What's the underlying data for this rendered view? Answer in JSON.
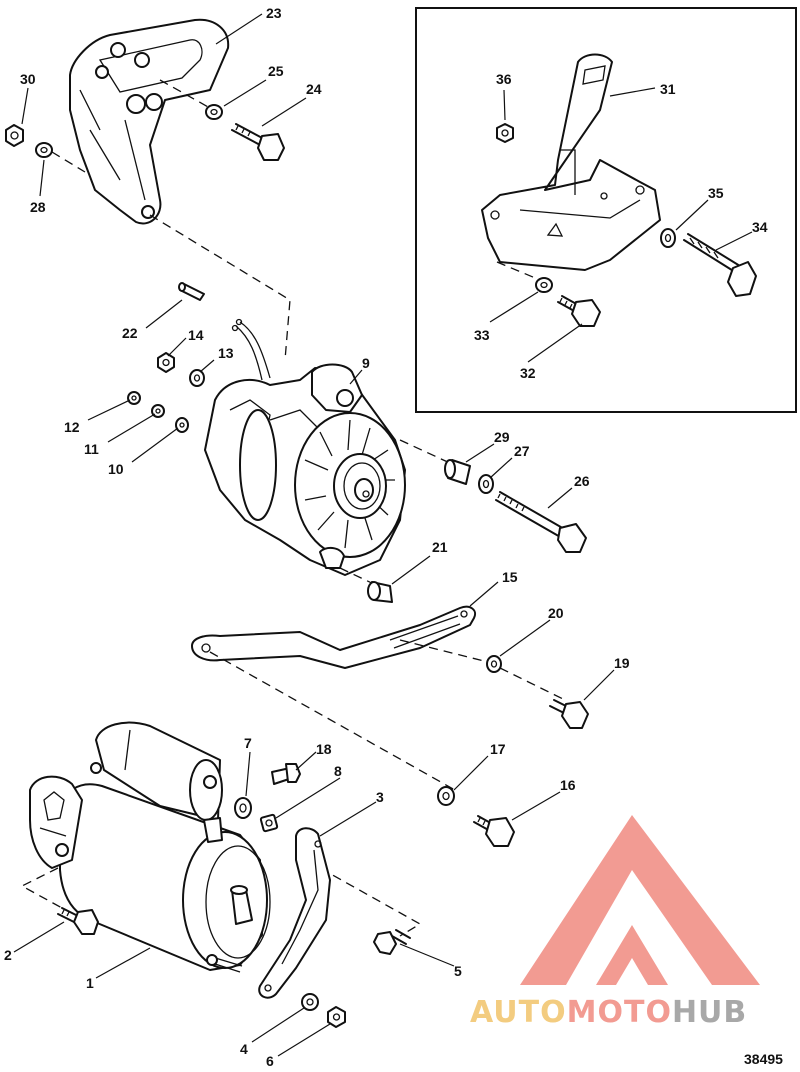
{
  "figure_number": "38495",
  "callouts": {
    "c1": "1",
    "c2": "2",
    "c3": "3",
    "c4": "4",
    "c5": "5",
    "c6": "6",
    "c7": "7",
    "c8": "8",
    "c9": "9",
    "c10": "10",
    "c11": "11",
    "c12": "12",
    "c13": "13",
    "c14": "14",
    "c15": "15",
    "c16": "16",
    "c17": "17",
    "c18": "18",
    "c19": "19",
    "c20": "20",
    "c21": "21",
    "c22": "22",
    "c23": "23",
    "c24": "24",
    "c25": "25",
    "c26": "26",
    "c27": "27",
    "c28": "28",
    "c29": "29",
    "c30": "30",
    "c31": "31",
    "c32": "32",
    "c33": "33",
    "c34": "34",
    "c35": "35",
    "c36": "36"
  },
  "watermark": {
    "part1": "AUTO",
    "part2": "MOTO",
    "part3": "HUB",
    "color_yellow": "#f2c46a",
    "color_red": "#f08a80",
    "color_gray": "#9a9a9a"
  }
}
